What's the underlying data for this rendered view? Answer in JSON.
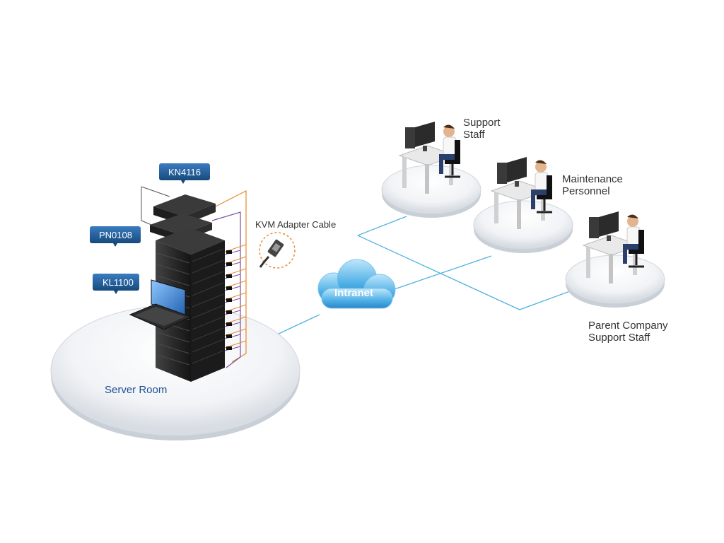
{
  "devices": {
    "kn": "KN4116",
    "pn": "PN0108",
    "kl": "KL1100"
  },
  "cable_label": "KVM Adapter Cable",
  "server_room_label": "Server Room",
  "network_label": "Intranet",
  "workstations": [
    {
      "line1": "Support",
      "line2": "Staff"
    },
    {
      "line1": "Maintenance",
      "line2": "Personnel"
    },
    {
      "line1": "Parent Company",
      "line2": "Support Staff"
    }
  ],
  "colors": {
    "badge": "#1d5b94",
    "network_line": "#4fb3e0",
    "orange_cable": "#e58a2c",
    "purple_cable": "#7a4fa3",
    "rack": "#2a2a2a"
  }
}
